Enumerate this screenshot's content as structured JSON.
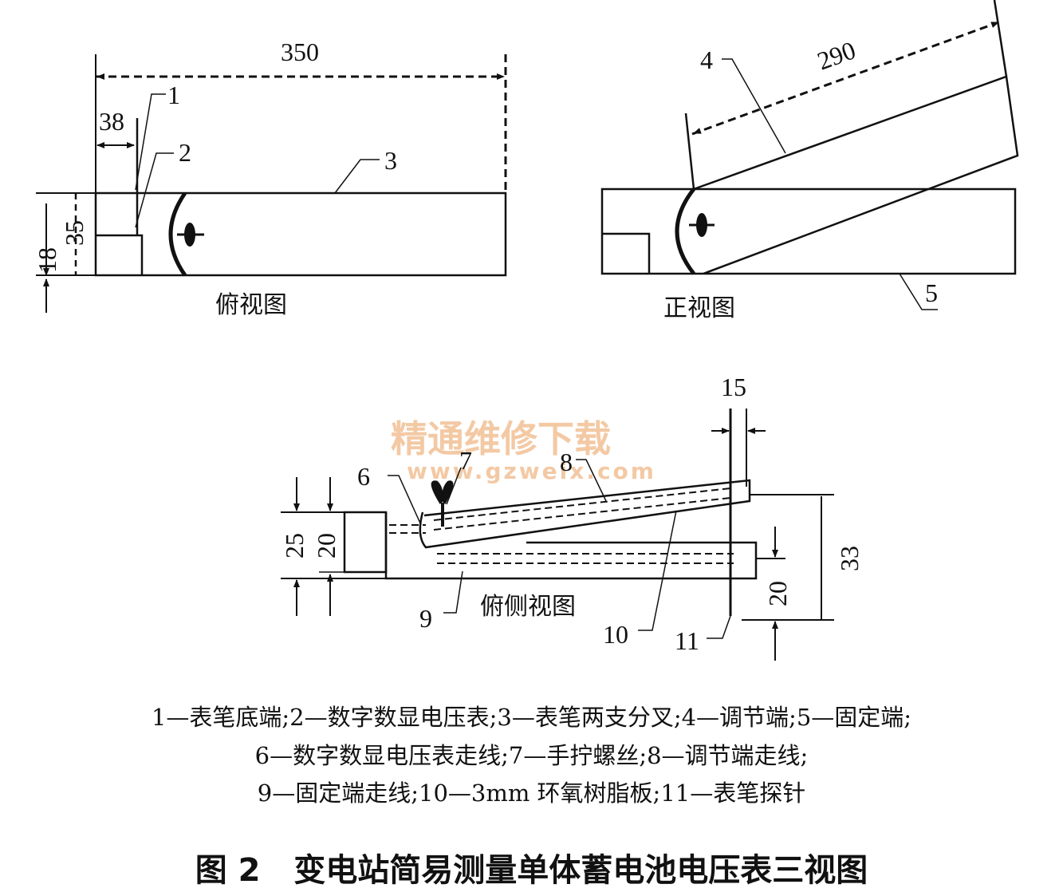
{
  "top_view": {
    "title": "俯视图",
    "dims": {
      "length": "350",
      "offset": "38",
      "width": "35",
      "height": "18"
    },
    "callouts": {
      "c1": "1",
      "c2": "2",
      "c3": "3"
    }
  },
  "front_view": {
    "title": "正视图",
    "dims": {
      "length": "290"
    },
    "callouts": {
      "c4": "4",
      "c5": "5"
    }
  },
  "side_view": {
    "title": "俯侧视图",
    "dims": {
      "gap": "15",
      "h25": "25",
      "h20": "20",
      "h33": "33",
      "h20b": "20"
    },
    "callouts": {
      "c6": "6",
      "c7": "7",
      "c8": "8",
      "c9": "9",
      "c10": "10",
      "c11": "11"
    }
  },
  "watermark": {
    "name": "精通维修下载",
    "url": "www.gzweix.com"
  },
  "legend": [
    "1—表笔底端;2—数字数显电压表;3—表笔两支分叉;4—调节端;5—固定端;",
    "6—数字数显电压表走线;7—手拧螺丝;8—调节端走线;",
    "9—固定端走线;10—3mm 环氧树脂板;11—表笔探针"
  ],
  "caption": "图 2   变电站简易测量单体蓄电池电压表三视图"
}
